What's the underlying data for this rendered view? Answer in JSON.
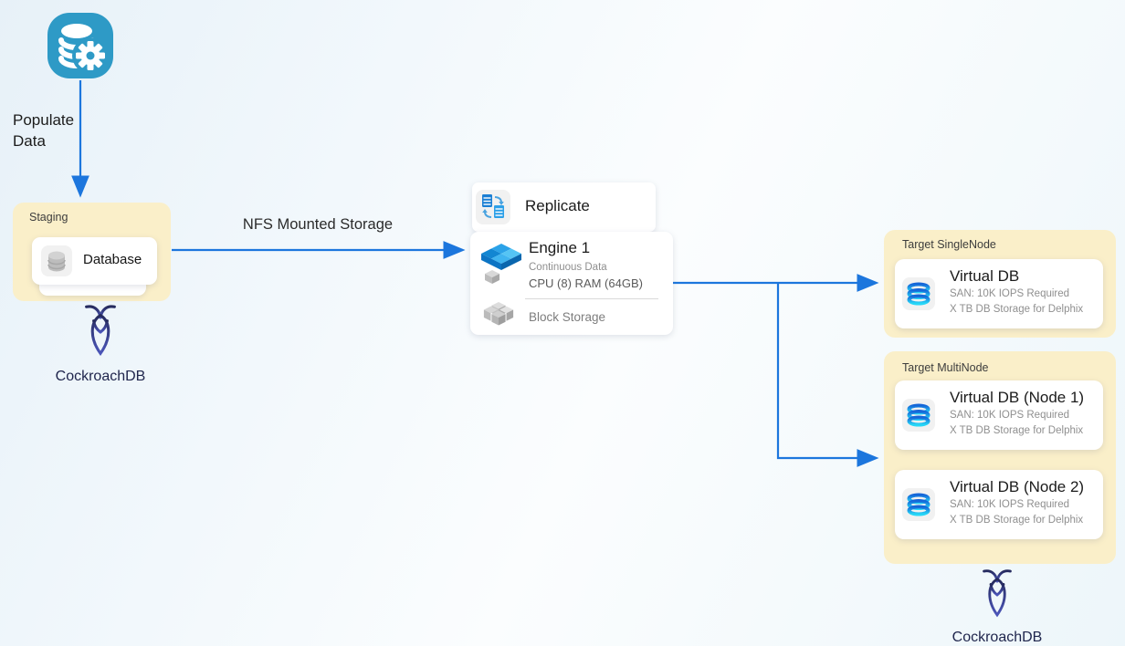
{
  "colors": {
    "arrow": "#1C76DD",
    "panel": "#FAEFC9",
    "source_icon_blue": "#2E9AC6",
    "cockroach_gradient_top": "#252A5C",
    "cockroach_gradient_bottom": "#4B55B9"
  },
  "source": {
    "icon": "database-gear-icon",
    "flow_label": "Populate Data"
  },
  "staging": {
    "title": "Staging",
    "card_label": "Database",
    "logo_caption": "CockroachDB"
  },
  "nfs_label": "NFS Mounted Storage",
  "engine": {
    "replicate_label": "Replicate",
    "title": "Engine 1",
    "line1": "Continuous Data",
    "line2": "CPU (8) RAM (64GB)",
    "block_storage_label": "Block Storage"
  },
  "target_single": {
    "title": "Target SingleNode",
    "card": {
      "title": "Virtual DB",
      "line1": "SAN: 10K IOPS Required",
      "line2": "X TB DB Storage for Delphix"
    }
  },
  "target_multi": {
    "title": "Target MultiNode",
    "cards": [
      {
        "title": "Virtual DB (Node 1)",
        "line1": "SAN: 10K IOPS Required",
        "line2": "X TB DB Storage for Delphix"
      },
      {
        "title": "Virtual DB (Node 2)",
        "line1": "SAN: 10K IOPS Required",
        "line2": "X TB DB Storage for Delphix"
      }
    ],
    "logo_caption": "CockroachDB"
  }
}
